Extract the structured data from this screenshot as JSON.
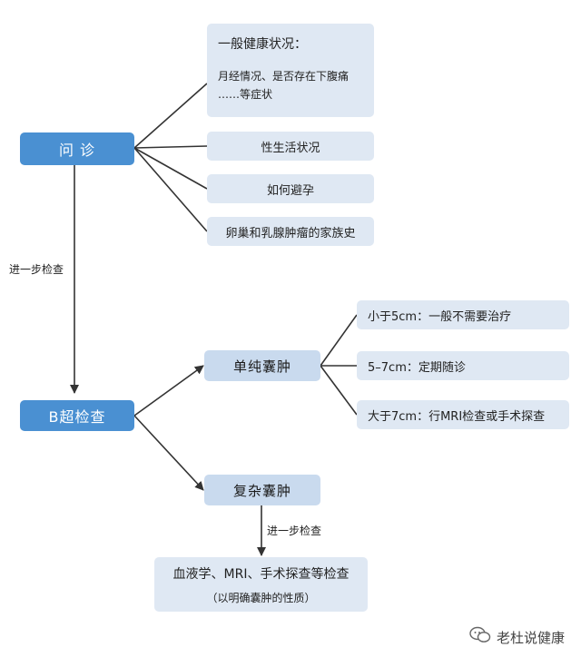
{
  "nodes": {
    "consult": "问 诊",
    "general_title": "一般健康状况：",
    "general_detail_1": "月经情况、是否存在下腹痛",
    "general_detail_2": "……等症状",
    "sex_life": "性生活状况",
    "contraception": "如何避孕",
    "family_history": "卵巢和乳腺肿瘤的家族史",
    "ultrasound": "B超检查",
    "simple_cyst": "单纯囊肿",
    "complex_cyst": "复杂囊肿",
    "small": "小于5cm：一般不需要治疗",
    "medium": "5–7cm：定期随诊",
    "large": "大于7cm：行MRI检查或手术探查",
    "blood_test": "血液学、MRI、手术探查等检查",
    "blood_test_sub": "（以明确囊肿的性质）"
  },
  "edge_labels": {
    "further_1": "进一步检查",
    "further_2": "进一步检查"
  },
  "watermark": {
    "text": "老杜说健康",
    "icon": "wechat-icon"
  },
  "colors": {
    "primary_node": "#4a90d2",
    "secondary_node": "#c9daee",
    "leaf_node": "#dfe8f3",
    "line": "#333333"
  }
}
